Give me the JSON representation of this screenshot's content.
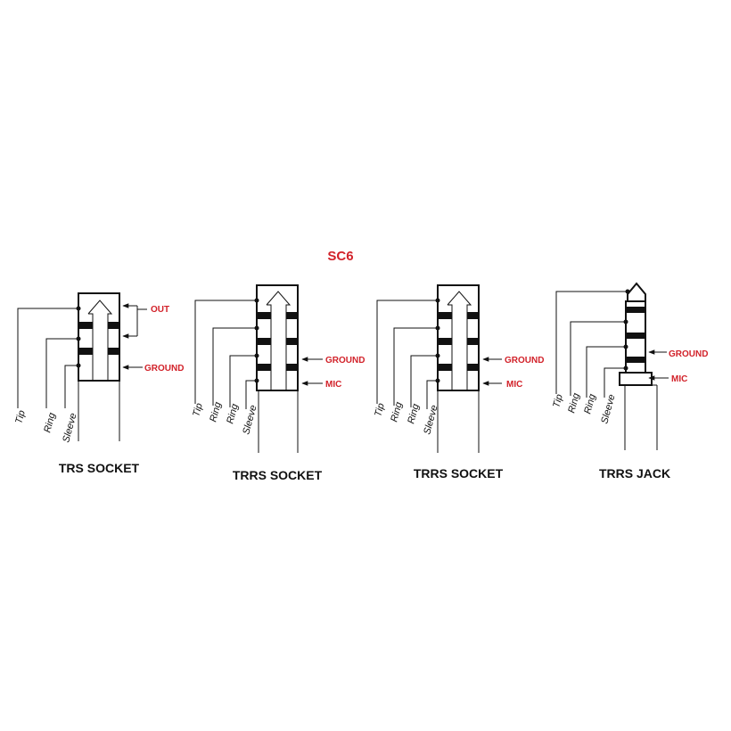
{
  "diagram": {
    "title": "SC6",
    "panels": [
      {
        "caption": "TRS SOCKET",
        "pins": [
          "Tip",
          "Ring",
          "Sleeve"
        ],
        "signals": [
          "OUT",
          "GROUND"
        ]
      },
      {
        "caption": "TRRS SOCKET",
        "pins": [
          "Tip",
          "Ring",
          "Ring",
          "Sleeve"
        ],
        "signals": [
          "GROUND",
          "MIC"
        ]
      },
      {
        "caption": "TRRS SOCKET",
        "pins": [
          "Tip",
          "Ring",
          "Ring",
          "Sleeve"
        ],
        "signals": [
          "GROUND",
          "MIC"
        ]
      },
      {
        "caption": "TRRS JACK",
        "pins": [
          "Tip",
          "Ring",
          "Ring",
          "Sleeve"
        ],
        "signals": [
          "GROUND",
          "MIC"
        ]
      }
    ],
    "colors": {
      "accent": "#d2222a",
      "line": "#111111"
    }
  }
}
